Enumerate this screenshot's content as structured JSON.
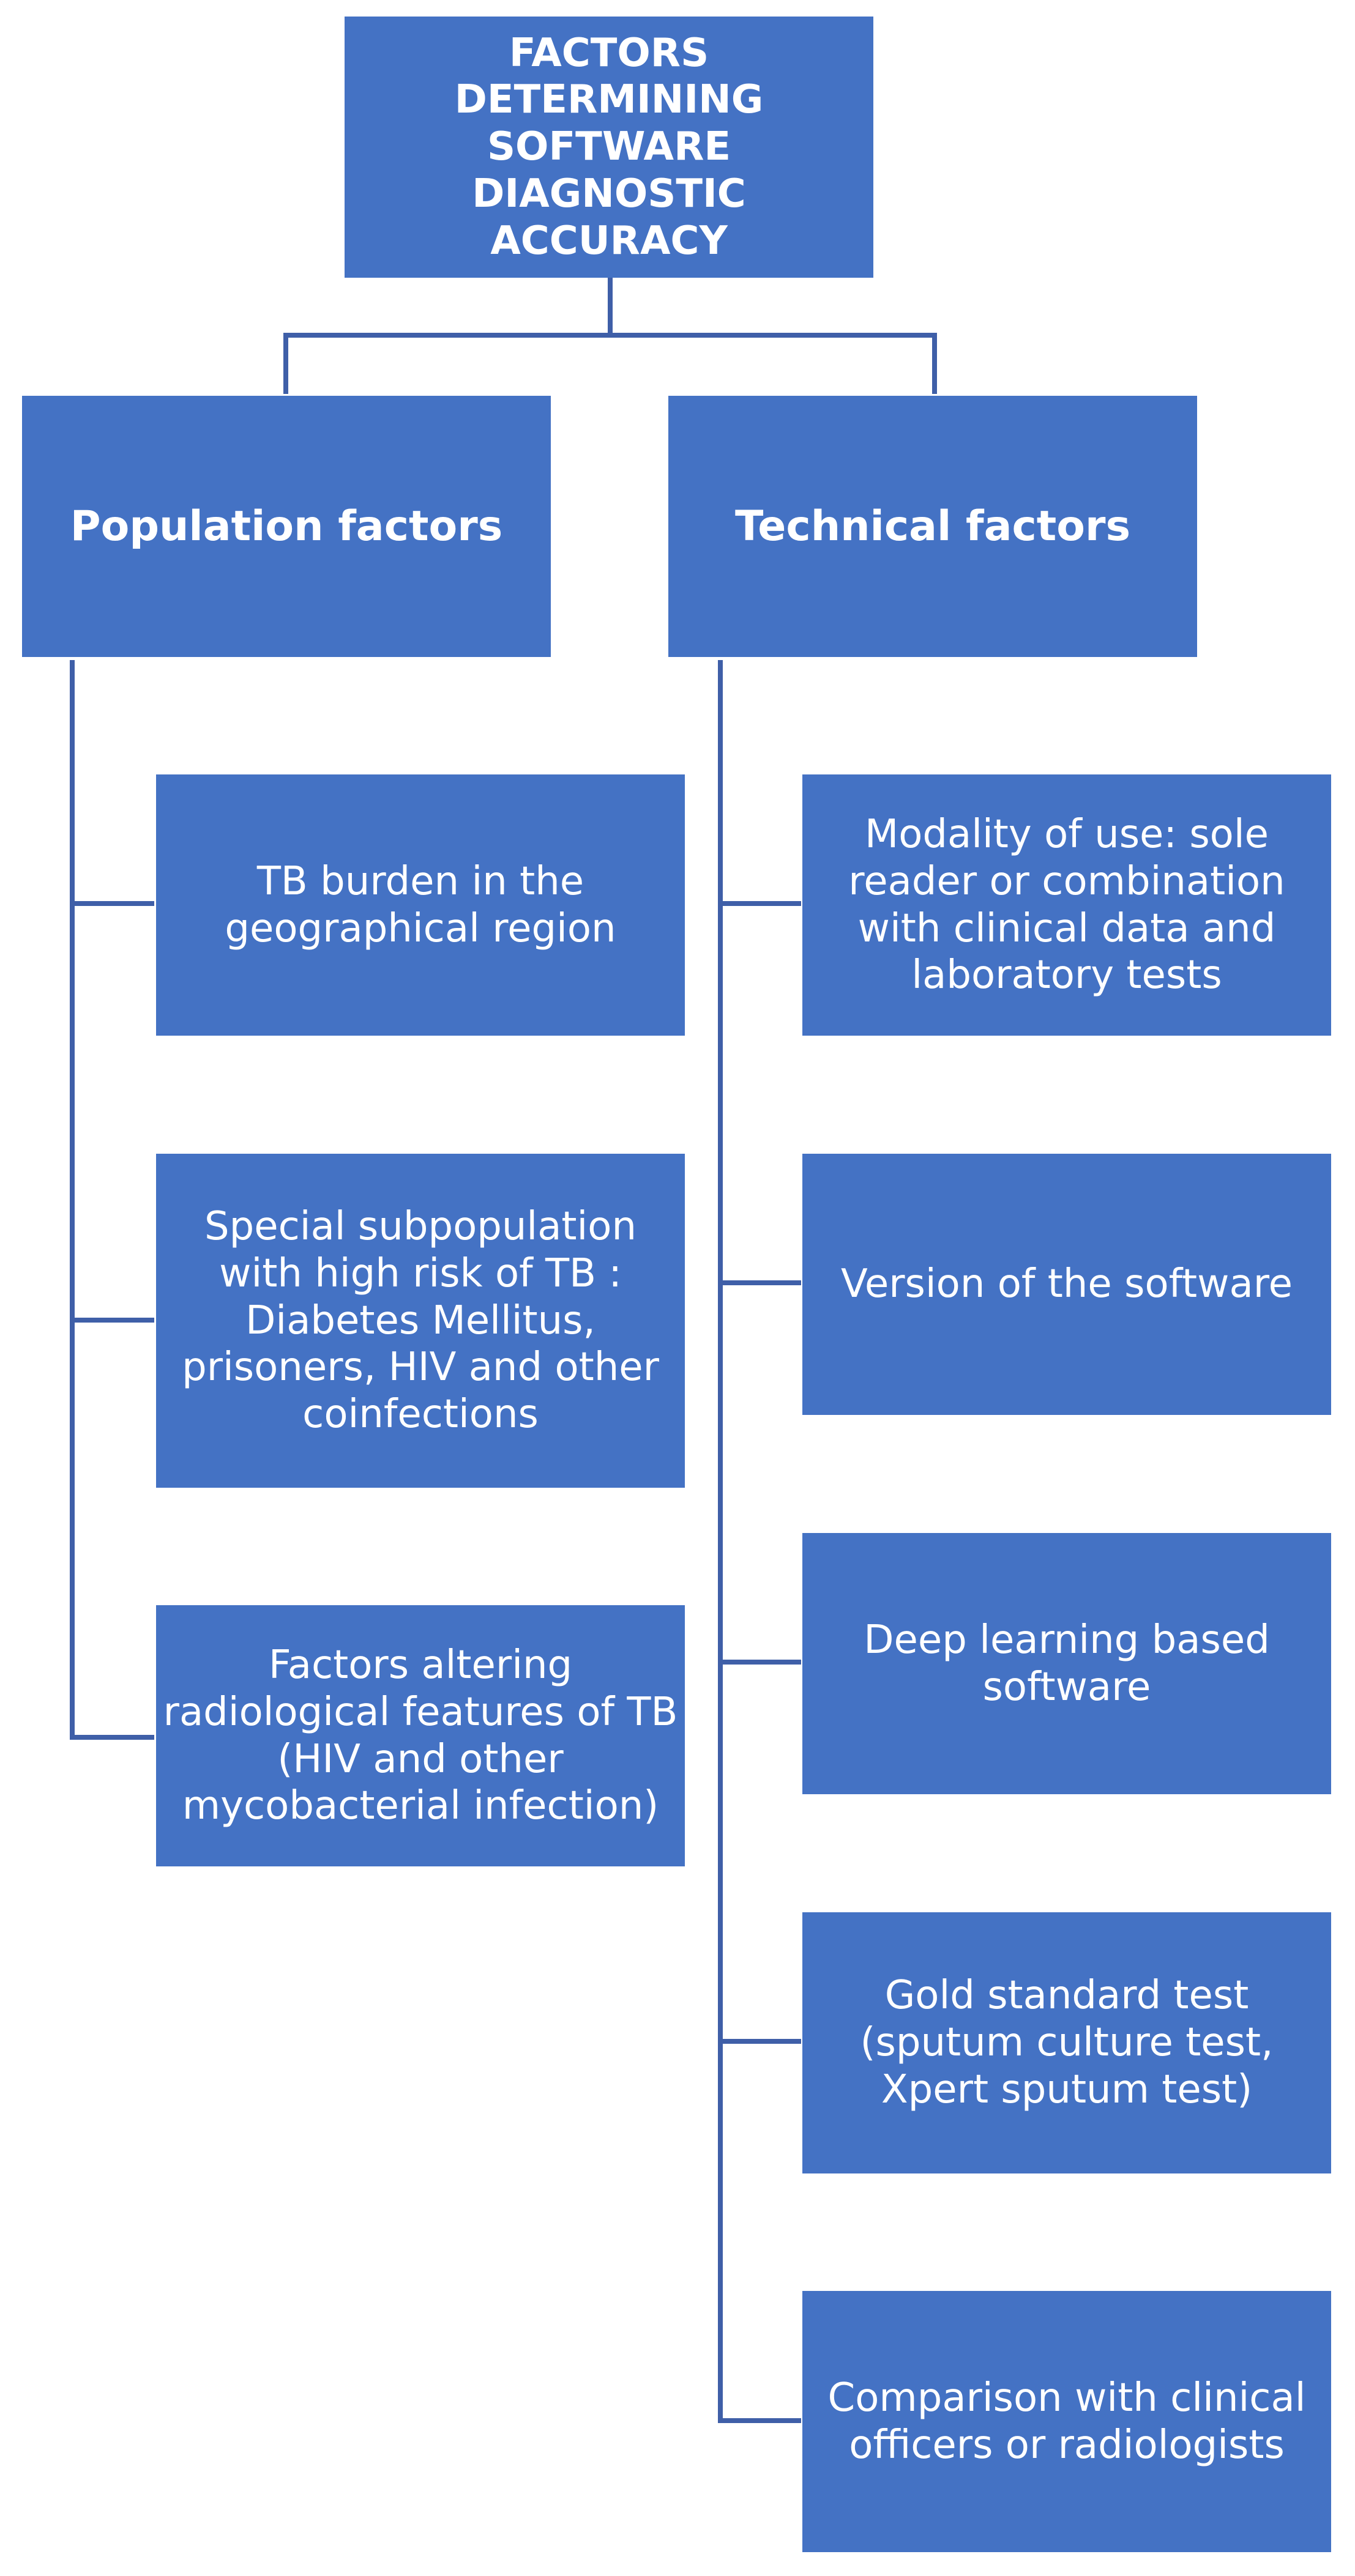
{
  "root": {
    "title": "FACTORS DETERMINING SOFTWARE DIAGNOSTIC ACCURACY"
  },
  "population": {
    "title": "Population factors",
    "items": [
      "TB burden in the geographical region",
      "Special subpopulation with high risk of TB : Diabetes Mellitus, prisoners, HIV and other coinfections",
      "Factors altering radiological features of TB (HIV and other mycobacterial infection)"
    ]
  },
  "technical": {
    "title": "Technical factors",
    "items": [
      "Modality of use: sole reader or combination with clinical data and laboratory tests",
      "Version of the software",
      "Deep learning based software",
      "Gold standard test (sputum culture test, Xpert sputum test)",
      "Comparison with clinical officers or radiologists"
    ]
  },
  "colors": {
    "box_fill": "#4472C4",
    "connector": "#3F5FA8",
    "text": "#FFFFFF"
  }
}
